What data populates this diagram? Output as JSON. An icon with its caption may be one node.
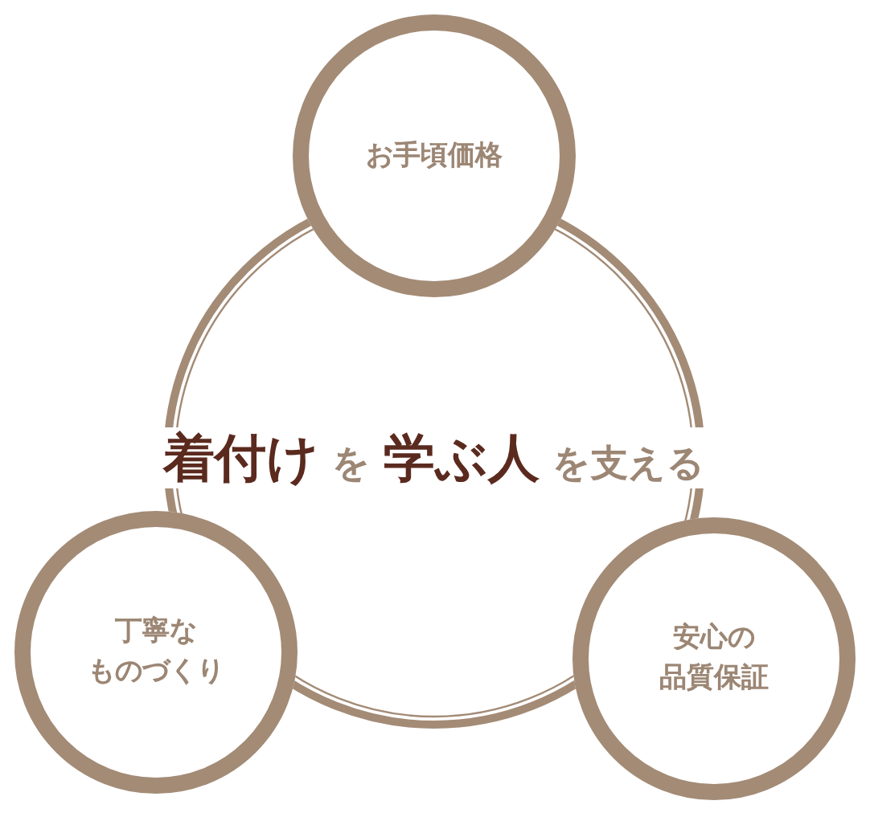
{
  "diagram": {
    "nodes": [
      {
        "text": [
          "**着付け** を **学ぶ人** を支える"
        ]
      },
      {
        "text": [
          "お手頃価格"
        ]
      },
      {
        "text": [
          "丁寧なものづくり"
        ]
      },
      {
        "text": [
          "安心の品質保証"
        ]
      }
    ]
  }
}
